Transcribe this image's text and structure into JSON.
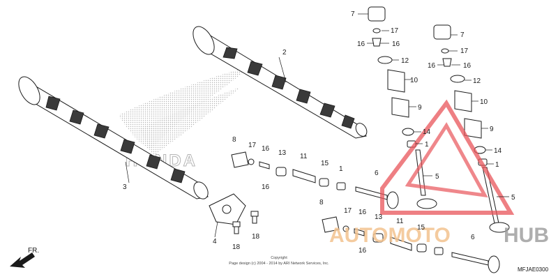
{
  "diagram": {
    "labels": [
      {
        "id": "l7a",
        "text": "7"
      },
      {
        "id": "l17a",
        "text": "17"
      },
      {
        "id": "l16a",
        "text": "16"
      },
      {
        "id": "l16b",
        "text": "16"
      },
      {
        "id": "l12a",
        "text": "12"
      },
      {
        "id": "l10a",
        "text": "10"
      },
      {
        "id": "l9a",
        "text": "9"
      },
      {
        "id": "l14a",
        "text": "14"
      },
      {
        "id": "l1a",
        "text": "1"
      },
      {
        "id": "l5a",
        "text": "5"
      },
      {
        "id": "l7b",
        "text": "7"
      },
      {
        "id": "l17b",
        "text": "17"
      },
      {
        "id": "l16c",
        "text": "16"
      },
      {
        "id": "l16d",
        "text": "16"
      },
      {
        "id": "l12b",
        "text": "12"
      },
      {
        "id": "l10b",
        "text": "10"
      },
      {
        "id": "l9b",
        "text": "9"
      },
      {
        "id": "l14b",
        "text": "14"
      },
      {
        "id": "l1b",
        "text": "1"
      },
      {
        "id": "l5b",
        "text": "5"
      },
      {
        "id": "l2",
        "text": "2"
      },
      {
        "id": "l3",
        "text": "3"
      },
      {
        "id": "l4",
        "text": "4"
      },
      {
        "id": "l18a",
        "text": "18"
      },
      {
        "id": "l18b",
        "text": "18"
      },
      {
        "id": "l8a",
        "text": "8"
      },
      {
        "id": "l17c",
        "text": "17"
      },
      {
        "id": "l16e",
        "text": "16"
      },
      {
        "id": "l16f",
        "text": "16"
      },
      {
        "id": "l13a",
        "text": "13"
      },
      {
        "id": "l11a",
        "text": "11"
      },
      {
        "id": "l15a",
        "text": "15"
      },
      {
        "id": "l1c",
        "text": "1"
      },
      {
        "id": "l6a",
        "text": "6"
      },
      {
        "id": "l8b",
        "text": "8"
      },
      {
        "id": "l17d",
        "text": "17"
      },
      {
        "id": "l16g",
        "text": "16"
      },
      {
        "id": "l16h",
        "text": "16"
      },
      {
        "id": "l13b",
        "text": "13"
      },
      {
        "id": "l11b",
        "text": "11"
      },
      {
        "id": "l15b",
        "text": "15"
      },
      {
        "id": "l6b",
        "text": "6"
      }
    ],
    "front_marker": "FR.",
    "copyright_line1": "Copyright",
    "copyright_line2": "Page design (c) 2004 - 2014 by ARI Network Services, Inc.",
    "diagram_code": "MFJAE0300",
    "watermark_left": "AUTOMOTO",
    "watermark_right": "HUB",
    "background_logo": "HONDA"
  },
  "colors": {
    "watermark_red": "#e8545a",
    "watermark_orange": "#f3c28f",
    "watermark_gray": "#9a9a9a",
    "line": "#1a1a1a"
  }
}
